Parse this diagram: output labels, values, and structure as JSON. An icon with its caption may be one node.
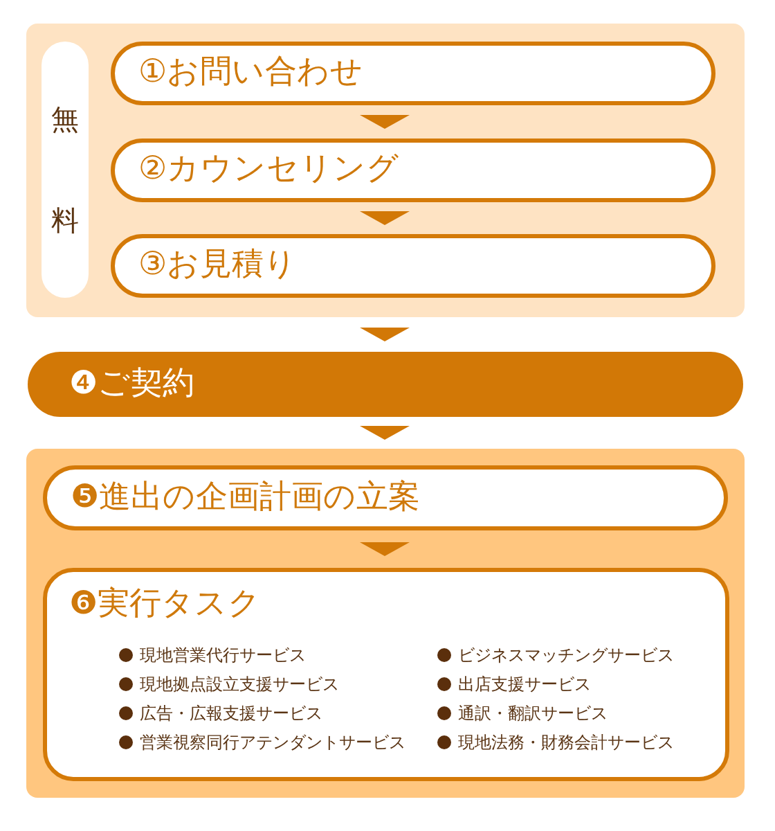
{
  "diagram": {
    "nodes": [
      {
        "text": [],
        "shape": "box"
      },
      {
        "text": [
          "無料"
        ],
        "in": 0
      },
      {
        "text": [
          "①お問い合わせ"
        ],
        "in": 0
      },
      {
        "text": [
          "②カウンセリング"
        ],
        "in": 0
      },
      {
        "text": [
          "③お見積り"
        ],
        "in": 0
      },
      {
        "text": [
          "❹ご契約"
        ]
      },
      {
        "text": [],
        "shape": "box"
      },
      {
        "text": [
          "❺進出の企画計画の立案"
        ],
        "in": 6
      },
      {
        "text": [
          "❻実行タスク",
          "現地営業代行サービス",
          "現地拠点設立支援サービス",
          "広告・広報支援サービス",
          "営業視察同行アテンダントサービス",
          "ビジネスマッチングサービス",
          "出店支援サービス",
          "通訳・翻訳サービス",
          "現地法務・財務会計サービス"
        ],
        "in": 6
      }
    ],
    "edges": [
      {
        "from": 2,
        "to": 3,
        "arrow": "to"
      },
      {
        "from": 3,
        "to": 4,
        "arrow": "to"
      },
      {
        "from": 0,
        "to": 5,
        "arrow": "to"
      },
      {
        "from": 5,
        "to": 6,
        "arrow": "to"
      },
      {
        "from": 7,
        "to": 8,
        "arrow": "to"
      }
    ]
  }
}
